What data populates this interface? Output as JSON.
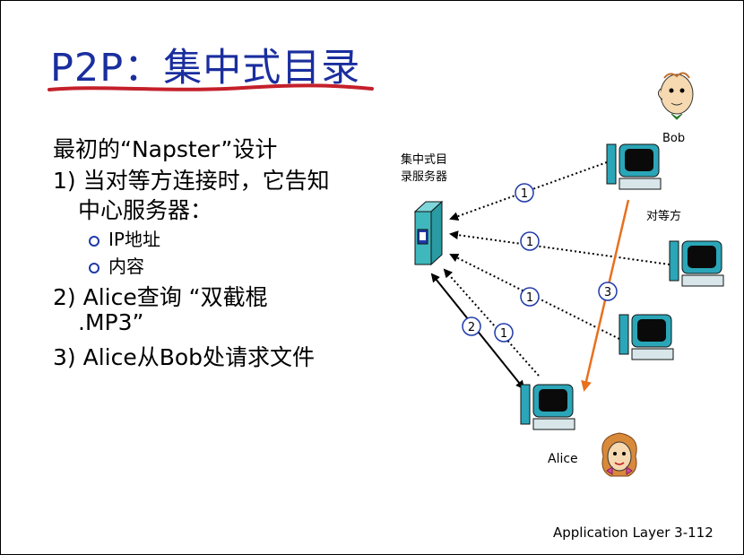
{
  "title": "P2P：集中式目录",
  "body": {
    "intro": "最初的“Napster”设计",
    "step1_line1": "1) 当对等方连接时，它告知",
    "step1_line2": "中心服务器：",
    "step1_bullets": [
      "IP地址",
      "内容"
    ],
    "step2_line1": "2) Alice查询 “双截棍",
    "step2_line2": ".MP3”",
    "step3": "3) Alice从Bob处请求文件"
  },
  "diagram": {
    "server_label_line1": "集中式目",
    "server_label_line2": "录服务器",
    "peer_label": "对等方",
    "bob_label": "Bob",
    "alice_label": "Alice",
    "step_markers": [
      "1",
      "1",
      "1",
      "1",
      "2",
      "3"
    ]
  },
  "footer": "Application Layer  3-112",
  "colors": {
    "title": "#1a2e9e",
    "underline": "#c4202a",
    "server": "#3fb8bd",
    "monitor_screen": "#0a0a0a",
    "computer_body": "#2aa6b8",
    "request_line": "#e8701e",
    "bullet": "#1f3aa8"
  }
}
